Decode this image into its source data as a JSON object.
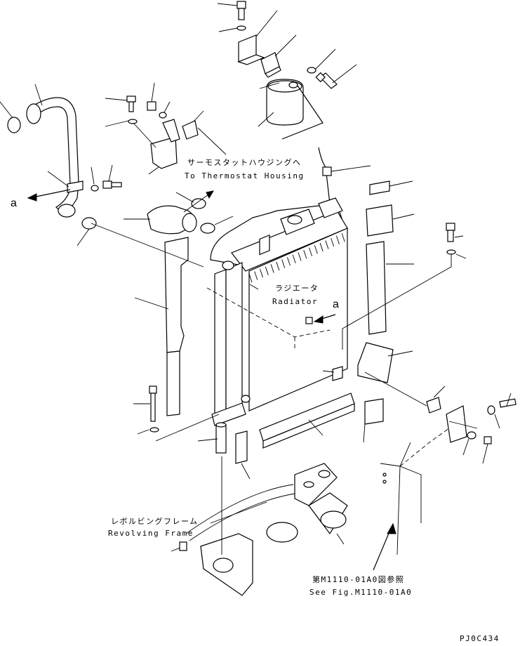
{
  "labels": {
    "thermostat_jp": "サーモスタットハウジングへ",
    "thermostat_en": "To Thermostat Housing",
    "radiator_jp": "ラジエータ",
    "radiator_en": "Radiator",
    "frame_jp": "レボルビングフレーム",
    "frame_en": "Revolving Frame",
    "ref_jp": "第M1110-01A0図参照",
    "ref_en": "See Fig.M1110-01A0",
    "callout_left": "a",
    "callout_right": "a",
    "figure_code": "PJ0C434"
  }
}
